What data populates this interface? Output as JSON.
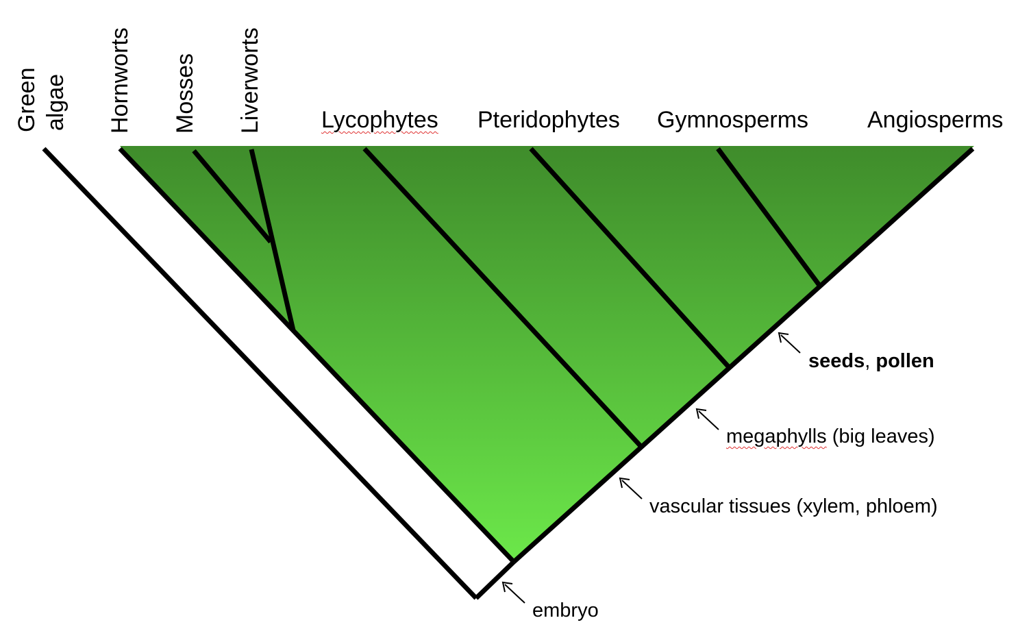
{
  "taxa": {
    "green_algae_line1": "Green",
    "green_algae_line2": "algae",
    "hornworts": "Hornworts",
    "mosses": "Mosses",
    "liverworts": "Liverworts",
    "lycophytes": "Lycophytes",
    "pteridophytes": "Pteridophytes",
    "gymnosperms": "Gymnosperms",
    "angiosperms": "Angiosperms"
  },
  "traits": {
    "seeds": "seeds",
    "comma": ", ",
    "pollen": "pollen",
    "megaphylls": "megaphylls",
    "megaphylls_rest": " (big leaves)",
    "vascular": "vascular tissues (xylem, phloem)",
    "embryo": "embryo"
  },
  "colors": {
    "clade_fill_top": "#3f8c2b",
    "clade_fill_bottom": "#6ce84a",
    "branch": "#000000",
    "spellcheck": "#e03030"
  }
}
